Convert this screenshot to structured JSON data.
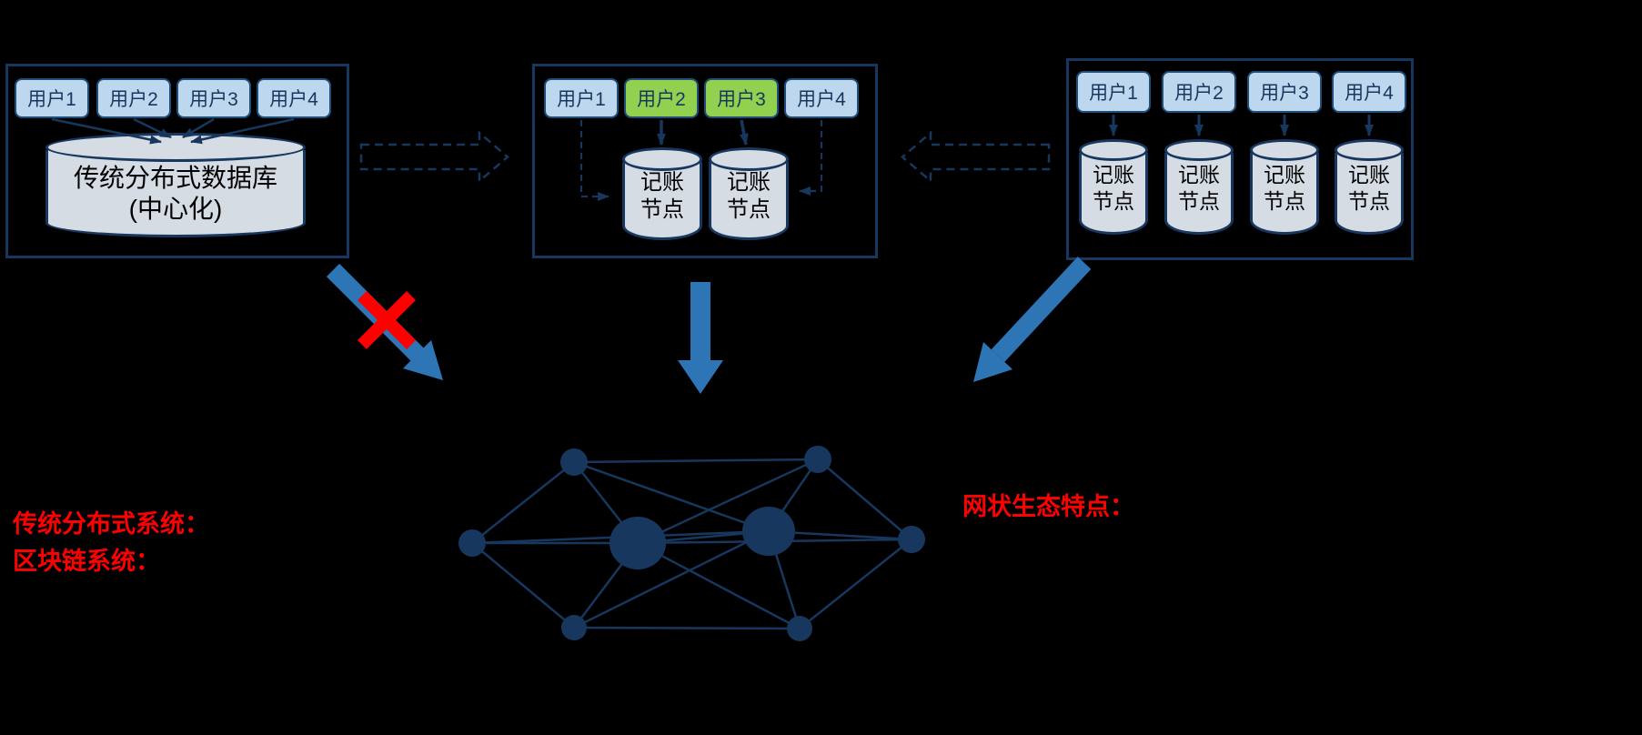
{
  "colors": {
    "background": "#000000",
    "panel_border": "#17375E",
    "chip_blue_fill": "#BDD7EE",
    "chip_green_fill": "#92D050",
    "chip_border": "#1F4E79",
    "cylinder_fill": "#D6DCE4",
    "outline_navy": "#17375E",
    "thick_arrow_blue": "#2E75B6",
    "cross_red": "#FF0000",
    "caption_red": "#FF0000"
  },
  "icons": {
    "red_cross": "forbidden-x",
    "dashed_block_arrow": "hollow-dashed-arrow",
    "mesh_network": "fully-connected-node-graph"
  },
  "panels": {
    "left": {
      "users": [
        "用户1",
        "用户2",
        "用户3",
        "用户4"
      ],
      "db": {
        "line1": "传统分布式数据库",
        "line2": "(中心化)"
      }
    },
    "middle": {
      "users": [
        "用户1",
        "用户2",
        "用户3",
        "用户4"
      ],
      "node1": {
        "line1": "记账",
        "line2": "节点"
      },
      "node2": {
        "line1": "记账",
        "line2": "节点"
      }
    },
    "right": {
      "users": [
        "用户1",
        "用户2",
        "用户3",
        "用户4"
      ],
      "nodes": [
        {
          "line1": "记账",
          "line2": "节点"
        },
        {
          "line1": "记账",
          "line2": "节点"
        },
        {
          "line1": "记账",
          "line2": "节点"
        },
        {
          "line1": "记账",
          "line2": "节点"
        }
      ]
    }
  },
  "captions": {
    "traditional": "传统分布式系统：",
    "blockchain": "区块链系统：",
    "mesh": "网状生态特点："
  }
}
